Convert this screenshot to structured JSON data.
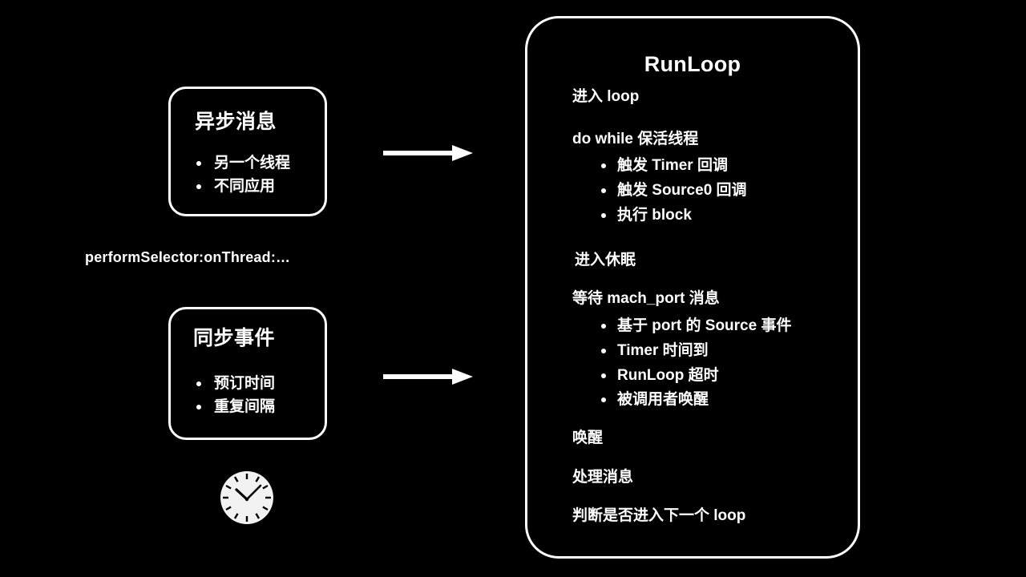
{
  "theme": {
    "background": "#000000",
    "foreground": "#ffffff",
    "clock_face": "#f2f2f2",
    "clock_marks": "#000000"
  },
  "left_column": {
    "async_card": {
      "title": "异步消息",
      "bullets": [
        "另一个线程",
        "不同应用"
      ]
    },
    "caption": "performSelector:onThread:…",
    "sync_card": {
      "title": "同步事件",
      "bullets": [
        "预订时间",
        "重复间隔"
      ]
    },
    "clock_icon_name": "clock-icon"
  },
  "arrows": [
    {
      "name": "arrow-async-to-runloop"
    },
    {
      "name": "arrow-sync-to-runloop"
    }
  ],
  "runloop_panel": {
    "title": "RunLoop",
    "steps": [
      {
        "text": "进入 loop",
        "indent": false,
        "bullets": []
      },
      {
        "text": "do while 保活线程",
        "indent": false,
        "bullets": [
          "触发 Timer 回调",
          "触发 Source0 回调",
          "执行 block"
        ]
      },
      {
        "text": "进入休眠",
        "indent": true,
        "bullets": []
      },
      {
        "text": "等待 mach_port 消息",
        "indent": false,
        "bullets": [
          "基于 port 的 Source 事件",
          "Timer 时间到",
          "RunLoop 超时",
          "被调用者唤醒"
        ]
      },
      {
        "text": "唤醒",
        "indent": false,
        "bullets": []
      },
      {
        "text": "处理消息",
        "indent": false,
        "bullets": []
      },
      {
        "text": "判断是否进入下一个 loop",
        "indent": false,
        "bullets": []
      }
    ]
  }
}
